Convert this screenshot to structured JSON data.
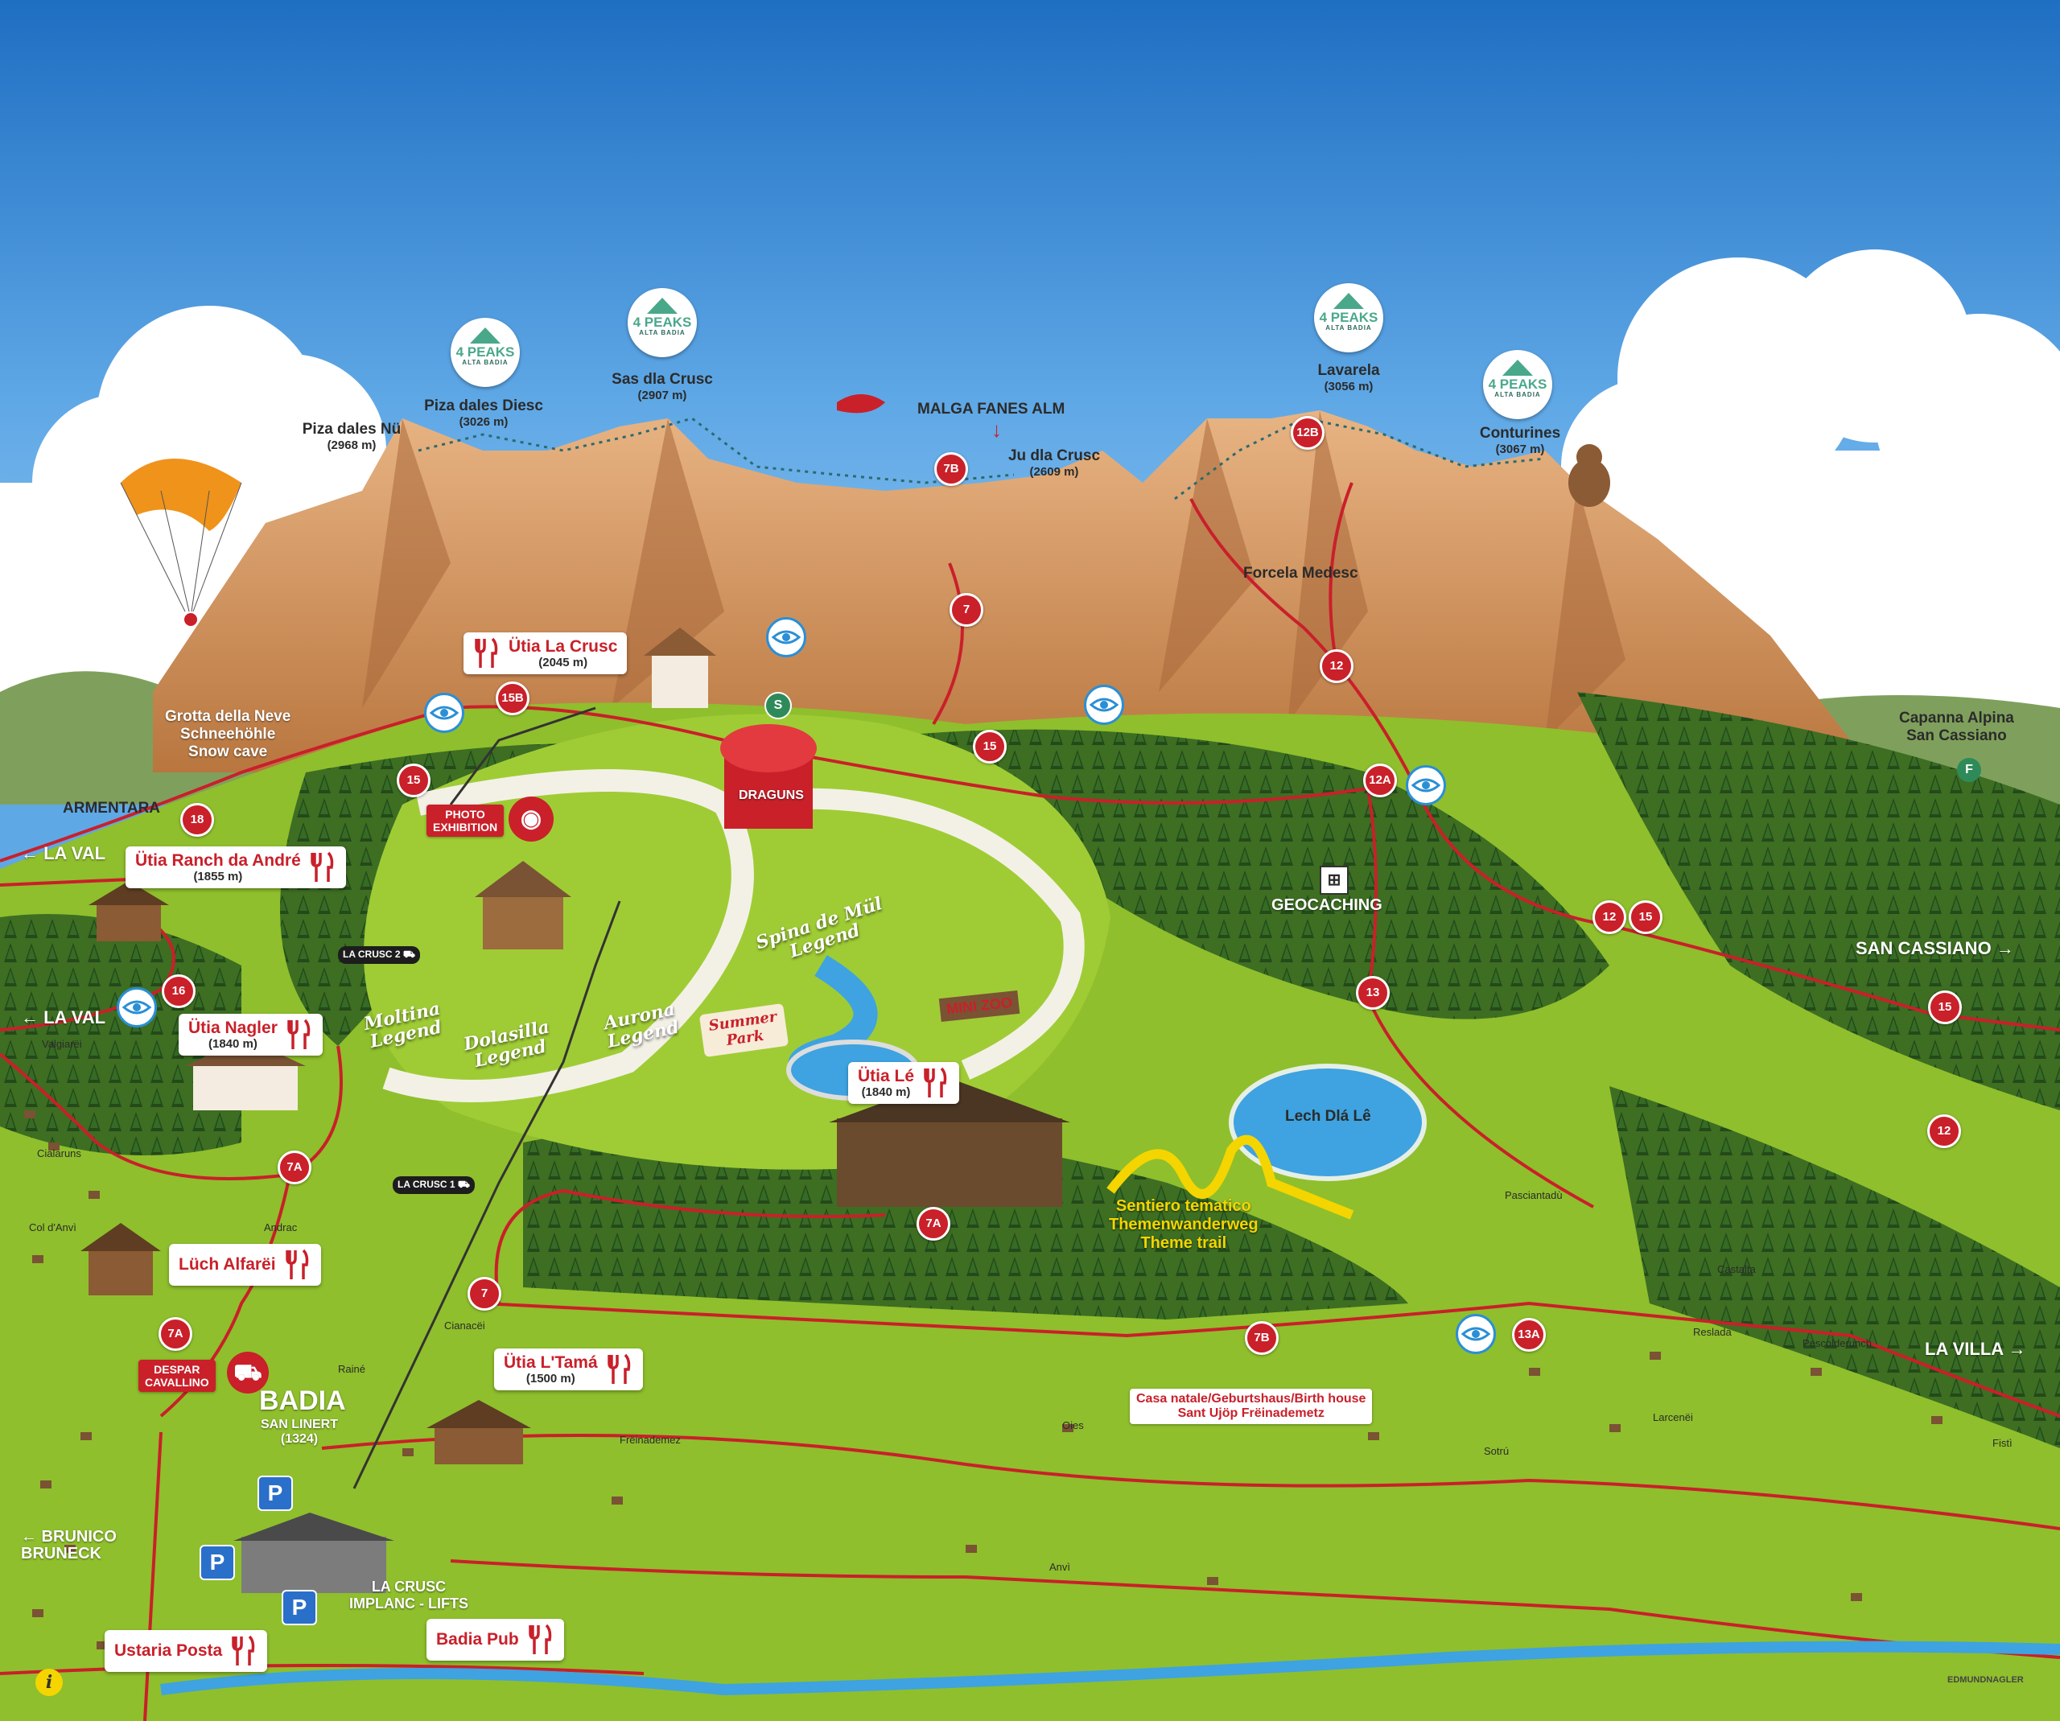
{
  "peaks": [
    {
      "name": "Piza dales Nü",
      "elev": "(2968 m)",
      "badge": false
    },
    {
      "name": "Piza dales Diesc",
      "elev": "(3026 m)",
      "badge": true
    },
    {
      "name": "Sas dla Crusc",
      "elev": "(2907 m)",
      "badge": true
    },
    {
      "name": "Ju dla Crusc",
      "elev": "(2609 m)",
      "badge": false
    },
    {
      "name": "Lavarela",
      "elev": "(3056 m)",
      "badge": true
    },
    {
      "name": "Conturines",
      "elev": "(3067 m)",
      "badge": true
    }
  ],
  "badge": {
    "line1": "4 PEAKS",
    "line2": "ALTA BADIA"
  },
  "labels": {
    "malga": "MALGA FANES ALM",
    "forcela": "Forcela Medesc",
    "grotta": "Grotta della Neve\nSchneehöhle\nSnow cave",
    "capanna": "Capanna Alpina\nSan Cassiano",
    "armentara": "ARMENTARA",
    "geocaching": "GEOCACHING",
    "lech": "Lech Dlá Lê",
    "theme_trail": "Sentiero tematico\nThemenwanderweg\nTheme trail",
    "photo": "PHOTO\nEXHIBITION",
    "dragons": "DRAGUNS",
    "summer_park": "Summer\nPark",
    "minizoo": "MINI ZOO",
    "casa": "Casa natale/Geburtshaus/Birth house\nSant Ujöp Frëinademetz",
    "despar": "DESPAR\nCAVALLINO",
    "badia": "BADIA",
    "badia_sub": "SAN LINERT\n(1324)",
    "lacrusc_lifts": "LA CRUSC\nIMPLANC - LIFTS",
    "signature": "EDMUNDNAGLER"
  },
  "legends": [
    "Spina de Mül\nLegend",
    "Moltina\nLegend",
    "Dolasilla\nLegend",
    "Aurona\nLegend"
  ],
  "huts": [
    {
      "name": "Ütia La Crusc",
      "elev": "(2045 m)"
    },
    {
      "name": "Ütia Ranch da André",
      "elev": "(1855 m)"
    },
    {
      "name": "Ütia Nagler",
      "elev": "(1840 m)"
    },
    {
      "name": "Ütia Lé",
      "elev": "(1840 m)"
    },
    {
      "name": "Lüch Alfarëi",
      "elev": ""
    },
    {
      "name": "Ütia L'Tamá",
      "elev": "(1500 m)"
    },
    {
      "name": "Ustaria Posta",
      "elev": ""
    },
    {
      "name": "Badia Pub",
      "elev": ""
    }
  ],
  "directions": [
    "← LA VAL",
    "← LA VAL",
    "SAN CASSIANO →",
    "LA VILLA →",
    "← BRUNICO\nBRUNECK"
  ],
  "lifts": [
    "LA CRUSC 2",
    "LA CRUSC 1"
  ],
  "trails": [
    "12B",
    "7B",
    "7",
    "12",
    "15B",
    "15",
    "15",
    "18",
    "12A",
    "12",
    "15",
    "16",
    "13",
    "15",
    "12",
    "7A",
    "7A",
    "7",
    "7A",
    "7B",
    "13A"
  ],
  "villages": [
    "Valgiarëi",
    "Cialaruns",
    "Col d'Anvì",
    "Andrac",
    "Cianacëi",
    "Rainé",
    "Frëinademez",
    "Oies",
    "Pasciantadù",
    "Castalta",
    "Reslada",
    "Pescolderunch",
    "Larcenëi",
    "Sotrú",
    "Fistì",
    "Anvì"
  ],
  "colors": {
    "sky": "#5fa8e6",
    "grass": "#8fbf2c",
    "forest": "#2f5a1e",
    "rock": "#d99a67",
    "trail_red": "#c9202a",
    "lake": "#3ea3e0",
    "theme_yellow": "#f4d500"
  },
  "icons": [
    "paraglider-icon",
    "restaurant-icon",
    "viewpoint-icon",
    "parking-icon",
    "info-icon",
    "shopping-cart-icon",
    "camera-icon",
    "cable-car-icon",
    "bear-icon",
    "climber-icon",
    "cyclist-icon",
    "geocaching-icon"
  ]
}
